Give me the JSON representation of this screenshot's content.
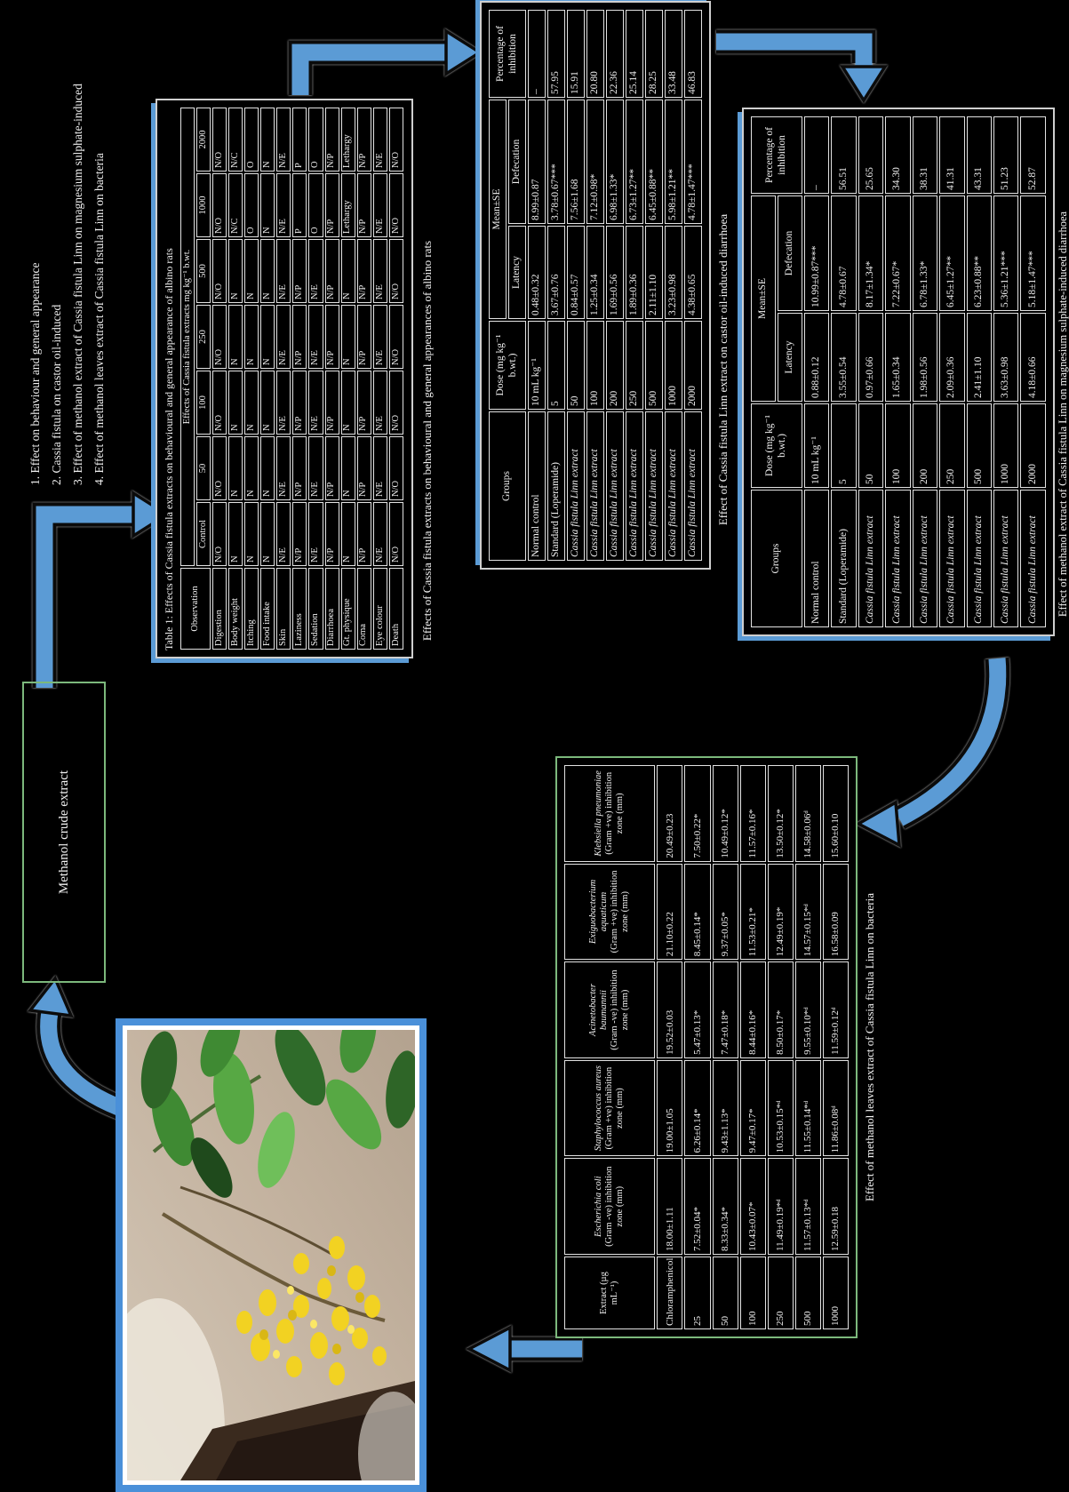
{
  "colors": {
    "arrow_blue": "#5b9bd5",
    "photo_border": "#4a90d9",
    "green_border": "#7cb87c",
    "background": "#000000",
    "text": "#f2f2f2"
  },
  "experiment_list": {
    "items": [
      "1. Effect on behaviour and general appearance",
      "2. Cassia fistula on castor oil-induced",
      "3. Effect of methanol extract of Cassia fistula Linn on magnesium sulphate-induced",
      "4. Effect of methanol leaves extract of Cassia fistula Linn on bacteria"
    ]
  },
  "methanol_box": {
    "label": "Methanol crude extract"
  },
  "photo": {
    "description": "Cassia fistula plant with yellow flowers and green leaves"
  },
  "table1": {
    "title": "Table 1: Effects of Cassia fistula extracts on behavioural and general appearance of albino rats",
    "span_header": "Effects of Cassia fistula extracts mg kg⁻¹ b.wt.",
    "col_header": [
      "Observation",
      "Control",
      "50",
      "100",
      "250",
      "500",
      "1000",
      "2000"
    ],
    "dose_row": [
      [
        "Control",
        "50",
        "100",
        "250",
        "500",
        "1000",
        "2000"
      ]
    ],
    "rows": [
      [
        "Digestion",
        "N/O",
        "N/O",
        "N/O",
        "N/O",
        "N/O",
        "N/O",
        "N/O"
      ],
      [
        "Body weight",
        "N",
        "N",
        "N",
        "N",
        "N",
        "N/C",
        "N/C"
      ],
      [
        "Itching",
        "N",
        "N",
        "N",
        "N",
        "N",
        "O",
        "O"
      ],
      [
        "Food intake",
        "N",
        "N",
        "N",
        "N",
        "N",
        "N",
        "N"
      ],
      [
        "Skin",
        "N/E",
        "N/E",
        "N/E",
        "N/E",
        "N/E",
        "N/E",
        "N/E"
      ],
      [
        "Laziness",
        "N/P",
        "N/P",
        "N/P",
        "N/P",
        "N/P",
        "P",
        "P"
      ],
      [
        "Sedation",
        "N/E",
        "N/E",
        "N/E",
        "N/E",
        "N/E",
        "O",
        "O"
      ],
      [
        "Diarrhoea",
        "N/P",
        "N/P",
        "N/P",
        "N/P",
        "N/P",
        "N/P",
        "N/P"
      ],
      [
        "Gt. physique",
        "N",
        "N",
        "N",
        "N",
        "N",
        "Lethargy",
        "Lethargy"
      ],
      [
        "Coma",
        "N/P",
        "N/P",
        "N/P",
        "N/P",
        "N/P",
        "N/P",
        "N/P"
      ],
      [
        "Eye colour",
        "N/E",
        "N/E",
        "N/E",
        "N/E",
        "N/E",
        "N/E",
        "N/E"
      ],
      [
        "Death",
        "N/O",
        "N/O",
        "N/O",
        "N/O",
        "N/O",
        "N/O",
        "N/O"
      ]
    ],
    "caption": "Effects of Cassia fistula extracts on behavioural and general appearances of albino rats"
  },
  "castor_table": {
    "headers": {
      "groups": "Groups",
      "dose": "Dose (mg kg⁻¹ b.wt.)",
      "mean": "Mean±SE",
      "latency": "Latency",
      "defecation": "Defecation",
      "inhibition": "Percentage of inhibition"
    },
    "rows": [
      [
        "Normal control",
        "10 mL kg⁻¹",
        "0.48±0.32",
        "8.99±0.87",
        "–"
      ],
      [
        "Standard (Loperamide)",
        "5",
        "3.67±0.76",
        "3.78±0.67***",
        "57.95"
      ],
      [
        "Cassia fistula Linn extract",
        "50",
        "0.84±0.57",
        "7.56±1.68",
        "15.91"
      ],
      [
        "Cassia fistula Linn extract",
        "100",
        "1.25±0.34",
        "7.12±0.98*",
        "20.80"
      ],
      [
        "Cassia fistula Linn extract",
        "200",
        "1.69±0.56",
        "6.98±1.33*",
        "22.36"
      ],
      [
        "Cassia fistula Linn extract",
        "250",
        "1.89±0.36",
        "6.73±1.27**",
        "25.14"
      ],
      [
        "Cassia fistula Linn extract",
        "500",
        "2.11±1.10",
        "6.45±0.88**",
        "28.25"
      ],
      [
        "Cassia fistula Linn extract",
        "1000",
        "3.23±0.98",
        "5.98±1.21**",
        "33.48"
      ],
      [
        "Cassia fistula Linn extract",
        "2000",
        "4.38±0.65",
        "4.78±1.47***",
        "46.83"
      ]
    ],
    "caption": "Effect of Cassia fistula Linn extract on castor oil-induced diarrhoea"
  },
  "magnesium_table": {
    "headers": {
      "groups": "Groups",
      "dose": "Dose (mg kg⁻¹ b.wt.)",
      "mean": "Mean±SE",
      "latency": "Latency",
      "defecation": "Defecation",
      "inhibition": "Percentage of inhibition"
    },
    "rows": [
      [
        "Normal control",
        "10 mL kg⁻¹",
        "0.88±0.12",
        "10.99±0.87***",
        "–"
      ],
      [
        "Standard (Loperamide)",
        "5",
        "3.55±0.54",
        "4.78±0.67",
        "56.51"
      ],
      [
        "Cassia fistula Linn extract",
        "50",
        "0.97±0.66",
        "8.17±1.34*",
        "25.65"
      ],
      [
        "Cassia fistula Linn extract",
        "100",
        "1.65±0.34",
        "7.22±0.67*",
        "34.30"
      ],
      [
        "Cassia fistula Linn extract",
        "200",
        "1.98±0.56",
        "6.78±1.33*",
        "38.31"
      ],
      [
        "Cassia fistula Linn extract",
        "250",
        "2.09±0.36",
        "6.45±1.27**",
        "41.31"
      ],
      [
        "Cassia fistula Linn extract",
        "500",
        "2.41±1.10",
        "6.23±0.88**",
        "43.31"
      ],
      [
        "Cassia fistula Linn extract",
        "1000",
        "3.63±0.98",
        "5.36±1.21***",
        "51.23"
      ],
      [
        "Cassia fistula Linn extract",
        "2000",
        "4.18±0.66",
        "5.18±1.47***",
        "52.87"
      ]
    ],
    "caption": "Effect of methanol extract of Cassia fistula Linn on magnesium sulphate-induced diarrhoea"
  },
  "bacteria_table": {
    "col_headers": [
      {
        "main": "Extract (µg mL⁻¹)",
        "sub": "",
        "italic": false
      },
      {
        "main": "Escherichia coli",
        "sub": "(Gram -ve) inhibition zone (mm)",
        "italic": true
      },
      {
        "main": "Staphylococcus aureus",
        "sub": "(Gram +ve) inhibition zone (mm)",
        "italic": true
      },
      {
        "main": "Acinetobacter baumannii",
        "sub": "(Gram -ve) inhibition zone (mm)",
        "italic": true
      },
      {
        "main": "Exiguobacterium aquaticum",
        "sub": "(Gram +ve) inhibition zone (mm)",
        "italic": true
      },
      {
        "main": "Klebsiella pneumoniae",
        "sub": "(Gram +ve) inhibition zone (mm)",
        "italic": true
      }
    ],
    "rows": [
      [
        "Chloramphenicol",
        "18.00±1.11",
        "19.00±1.05",
        "19.52±0.03",
        "21.10±0.22",
        "20.49±0.23"
      ],
      [
        "25",
        "7.52±0.04*",
        "6.26±0.14*",
        "5.47±0.13*",
        "8.45±0.14*",
        "7.50±0.22*"
      ],
      [
        "50",
        "8.33±0.34*",
        "9.43±1.13*",
        "7.47±0.18*",
        "9.37±0.05*",
        "10.49±0.12*"
      ],
      [
        "100",
        "10.43±0.07*",
        "9.47±0.17*",
        "8.44±0.16*",
        "11.53±0.21*",
        "11.57±0.16*"
      ],
      [
        "250",
        "11.49±0.19*ᵈ",
        "10.53±0.15*ᵈ",
        "8.50±0.17*",
        "12.49±0.19*",
        "13.50±0.12*"
      ],
      [
        "500",
        "11.57±0.13*ᵈ",
        "11.55±0.14*ᵈ",
        "9.55±0.10*ᵈ",
        "14.57±0.15*ᵈ",
        "14.58±0.06ᵈ"
      ],
      [
        "1000",
        "12.59±0.18",
        "11.86±0.08ᵈ",
        "11.59±0.12ᵈ",
        "16.58±0.09",
        "15.60±0.10"
      ]
    ],
    "caption": "Effect of methanol leaves extract of Cassia fistula Linn on bacteria"
  }
}
